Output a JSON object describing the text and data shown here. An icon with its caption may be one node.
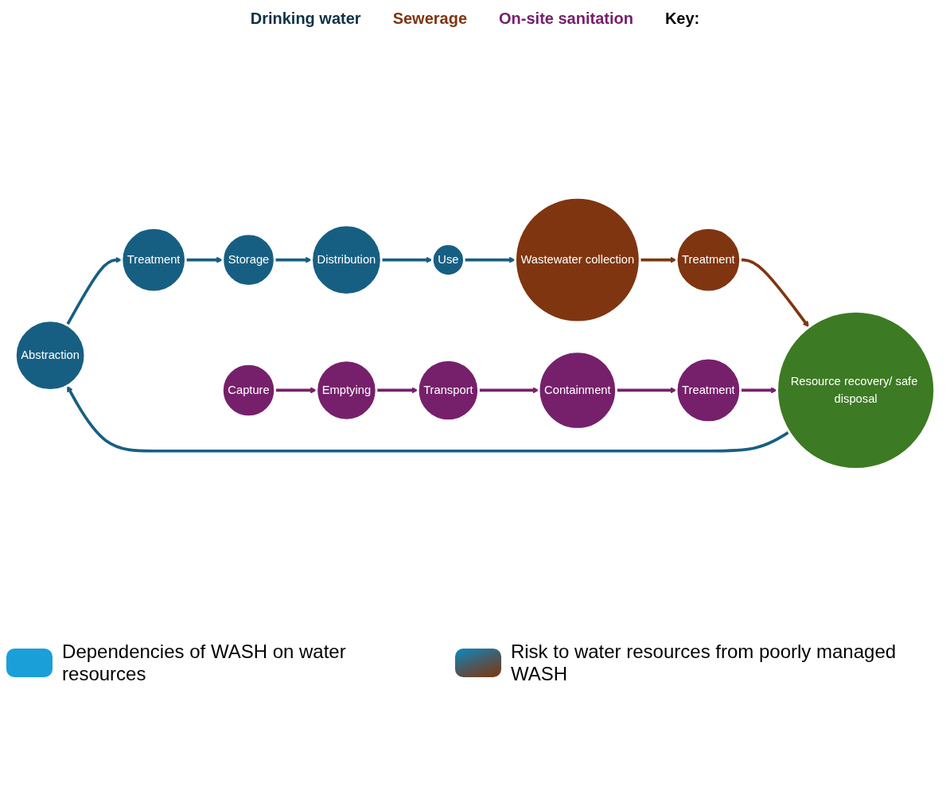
{
  "diagram": {
    "nodes": [
      {
        "text": [
          "Abstraction"
        ]
      },
      {
        "text": [
          "Treatment"
        ]
      },
      {
        "text": [
          "Storage"
        ]
      },
      {
        "text": [
          "Distribution"
        ]
      },
      {
        "text": [
          "Use"
        ]
      },
      {
        "text": [
          "Wastewater collection"
        ]
      },
      {
        "text": [
          "Treatment"
        ]
      },
      {
        "text": [
          "Resource recovery/ safe disposal"
        ]
      },
      {
        "text": [
          "Capture"
        ]
      },
      {
        "text": [
          "Emptying"
        ]
      },
      {
        "text": [
          "Transport"
        ]
      },
      {
        "text": [
          "Containment"
        ]
      },
      {
        "text": [
          "Treatment"
        ]
      }
    ],
    "edges": [
      {
        "from": 0,
        "to": 1,
        "arrow": "to"
      },
      {
        "from": 1,
        "to": 2,
        "arrow": "to"
      },
      {
        "from": 2,
        "to": 3,
        "arrow": "to"
      },
      {
        "from": 3,
        "to": 4,
        "arrow": "to"
      },
      {
        "from": 4,
        "to": 5,
        "arrow": "to"
      },
      {
        "from": 5,
        "to": 6,
        "arrow": "to",
        "color": "#7f3510"
      },
      {
        "from": 6,
        "to": 7,
        "arrow": "to",
        "color": "#7f3510"
      },
      {
        "from": 7,
        "to": 0,
        "arrow": "to"
      },
      {
        "from": 8,
        "to": 9,
        "arrow": "to",
        "color": "#76206b"
      },
      {
        "from": 9,
        "to": 10,
        "arrow": "to",
        "color": "#76206b"
      },
      {
        "from": 10,
        "to": 11,
        "arrow": "to",
        "color": "#76206b"
      },
      {
        "from": 11,
        "to": 12,
        "arrow": "to",
        "color": "#76206b"
      },
      {
        "from": 12,
        "to": 7,
        "arrow": "to",
        "color": "#76206b"
      }
    ],
    "labels": [
      "Drinking water",
      "Sewerage",
      "On-site sanitation",
      "Key:"
    ],
    "legend": [
      {
        "text": "Dependencies of WASH on water resources",
        "color": "#1a9fd9"
      },
      {
        "text": "Risk to water resources from poorly managed WASH"
      }
    ]
  }
}
